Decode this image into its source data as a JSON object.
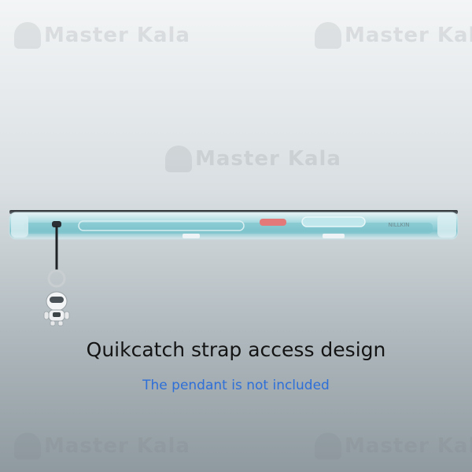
{
  "watermark": {
    "text": "Master Kala"
  },
  "headline": "Quikcatch strap access design",
  "subline": "The pendant is not included",
  "case_side_text": "NILLKIN",
  "colors": {
    "headline": "#141414",
    "subline": "#2e6fd8",
    "button_accent": "#e37a79",
    "case_tint": "#8fd0d8"
  }
}
